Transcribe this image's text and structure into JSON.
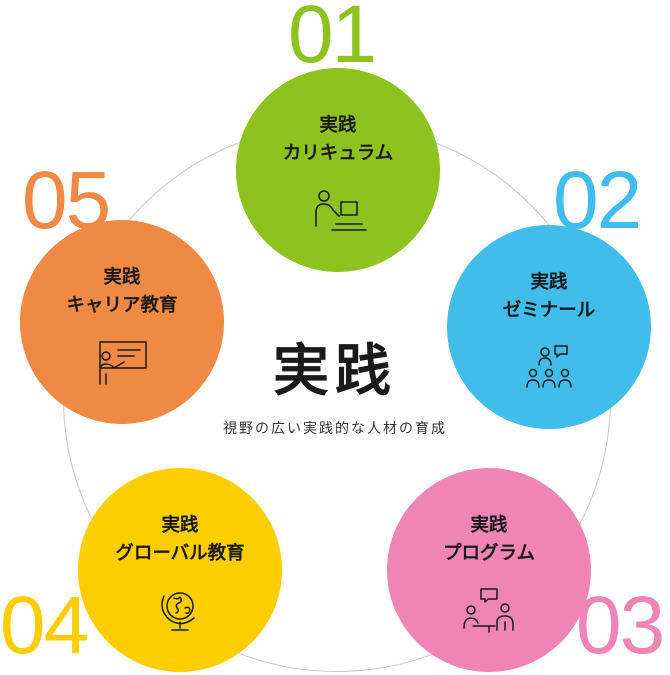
{
  "center": {
    "title": "実践",
    "subtitle": "視野の広い実践的な人材の育成"
  },
  "nodes": [
    {
      "number": "01",
      "line1": "実践",
      "line2": "カリキュラム",
      "icon": "presentation-laptop-icon",
      "color": "#8dc21f",
      "number_color": "#8dc21f"
    },
    {
      "number": "02",
      "line1": "実践",
      "line2": "ゼミナール",
      "icon": "group-discussion-icon",
      "color": "#40bdea",
      "number_color": "#40bdea"
    },
    {
      "number": "03",
      "line1": "実践",
      "line2": "プログラム",
      "icon": "consultation-icon",
      "color": "#ee85b5",
      "number_color": "#ee85b5"
    },
    {
      "number": "04",
      "line1": "実践",
      "line2": "グローバル教育",
      "icon": "globe-icon",
      "color": "#fcce00",
      "number_color": "#fcce00"
    },
    {
      "number": "05",
      "line1": "実践",
      "line2": "キャリア教育",
      "icon": "lecture-board-icon",
      "color": "#ef8944",
      "number_color": "#ef8944"
    }
  ]
}
